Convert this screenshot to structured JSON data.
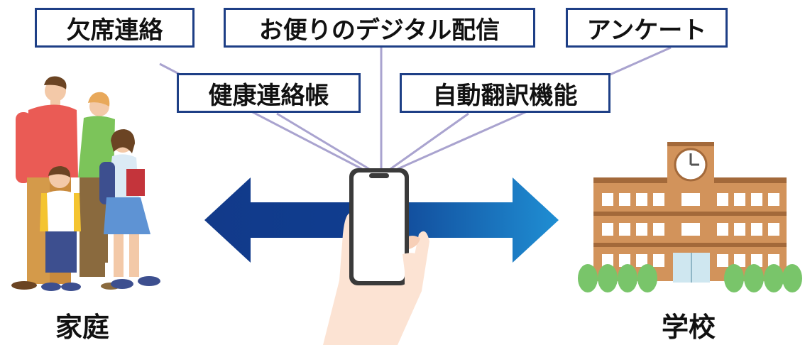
{
  "features": {
    "absence": "欠席連絡",
    "newsletter": "お便りのデジタル配信",
    "survey": "アンケート",
    "notebook": "健康連絡帳",
    "translation": "自動翻訳機能"
  },
  "captions": {
    "home": "家庭",
    "school": "学校"
  },
  "colors": {
    "box_border": "#1e3f86",
    "connector": "#a9a3cf",
    "arrow_dark": "#123a8a",
    "arrow_light": "#1f8ed3",
    "school_wall": "#d2935b",
    "tree": "#79c56a"
  },
  "icons": [
    "family-icon",
    "smartphone-icon",
    "hand-icon",
    "school-building-icon",
    "clock-icon",
    "double-arrow-icon"
  ]
}
